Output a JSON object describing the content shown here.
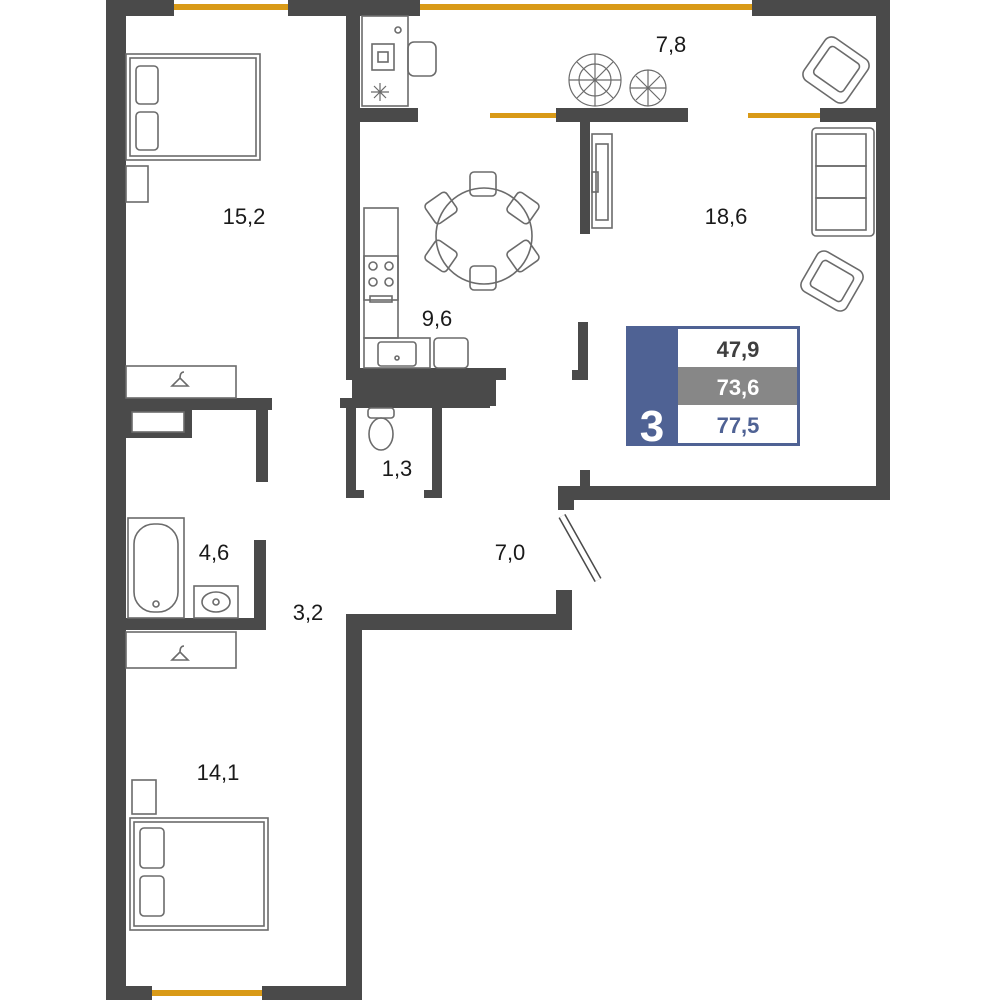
{
  "rooms": {
    "bedroom_top": "15,2",
    "balcony": "7,8",
    "living": "18,6",
    "kitchen": "9,6",
    "wc": "1,3",
    "bathroom": "4,6",
    "corridor": "3,2",
    "hall": "7,0",
    "bedroom_bottom": "14,1"
  },
  "info": {
    "rooms_count": "3",
    "living_area": "47,9",
    "total_area": "73,6",
    "area_with_balcony": "77,5"
  },
  "colors": {
    "wall": "#4a4a4a",
    "window": "#d99a17",
    "badge_blue": "#4f6294",
    "badge_grey": "#878787",
    "text": "#1a1a1a"
  }
}
